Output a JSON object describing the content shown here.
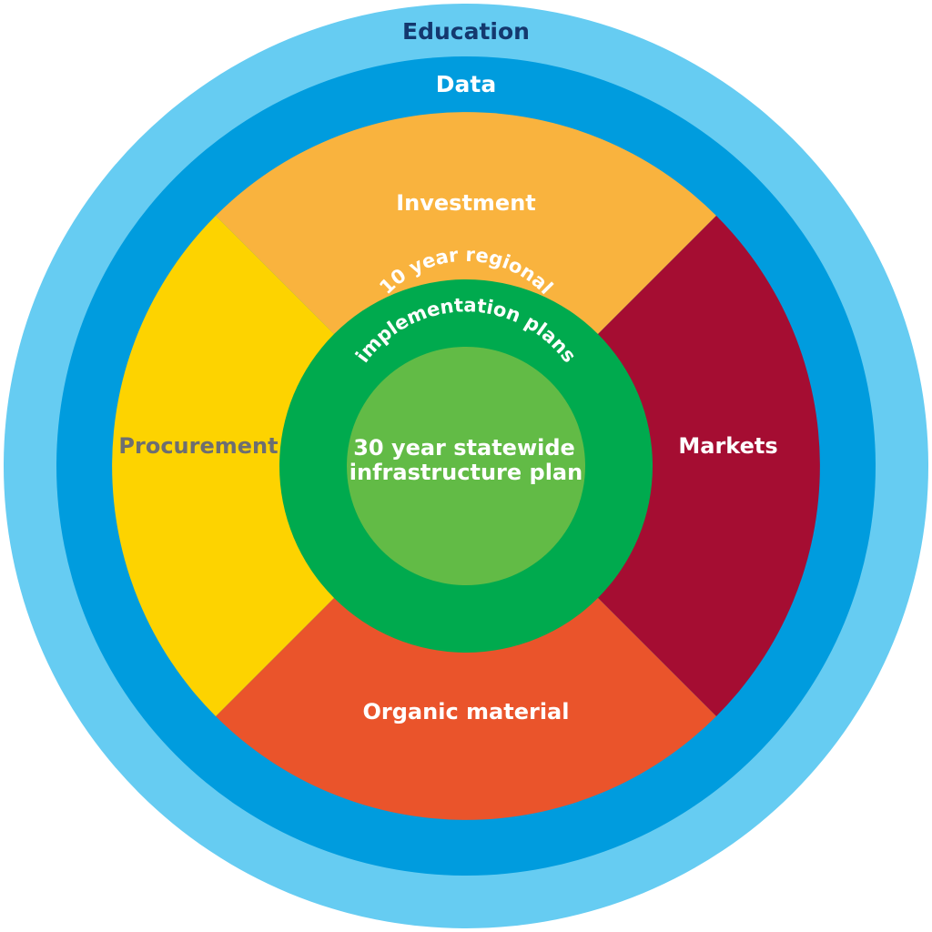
{
  "diagram": {
    "outer_rings": {
      "education": {
        "label": "Education",
        "fill": "#66CCF2",
        "text_color": "#14386E"
      },
      "data": {
        "label": "Data",
        "fill": "#009CDE",
        "text_color": "#FFFFFF"
      }
    },
    "segments": {
      "investment": {
        "label": "Investment",
        "fill": "#F9B33E",
        "text_color": "#FFFFFF"
      },
      "markets": {
        "label": "Markets",
        "fill": "#A50D32",
        "text_color": "#FFFFFF"
      },
      "organic": {
        "label": "Organic material",
        "fill": "#EA542B",
        "text_color": "#FFFFFF"
      },
      "procurement": {
        "label": "Procurement",
        "fill": "#FDD300",
        "text_color": "#6D6E71"
      }
    },
    "inner": {
      "regional": {
        "line1": "10 year regional",
        "line2": "implementation plans",
        "fill": "#00AA4E",
        "text_color": "#FFFFFF"
      },
      "statewide": {
        "line1": "30 year statewide",
        "line2": "infrastructure plan",
        "fill": "#62BB46",
        "text_color": "#FFFFFF"
      }
    }
  }
}
